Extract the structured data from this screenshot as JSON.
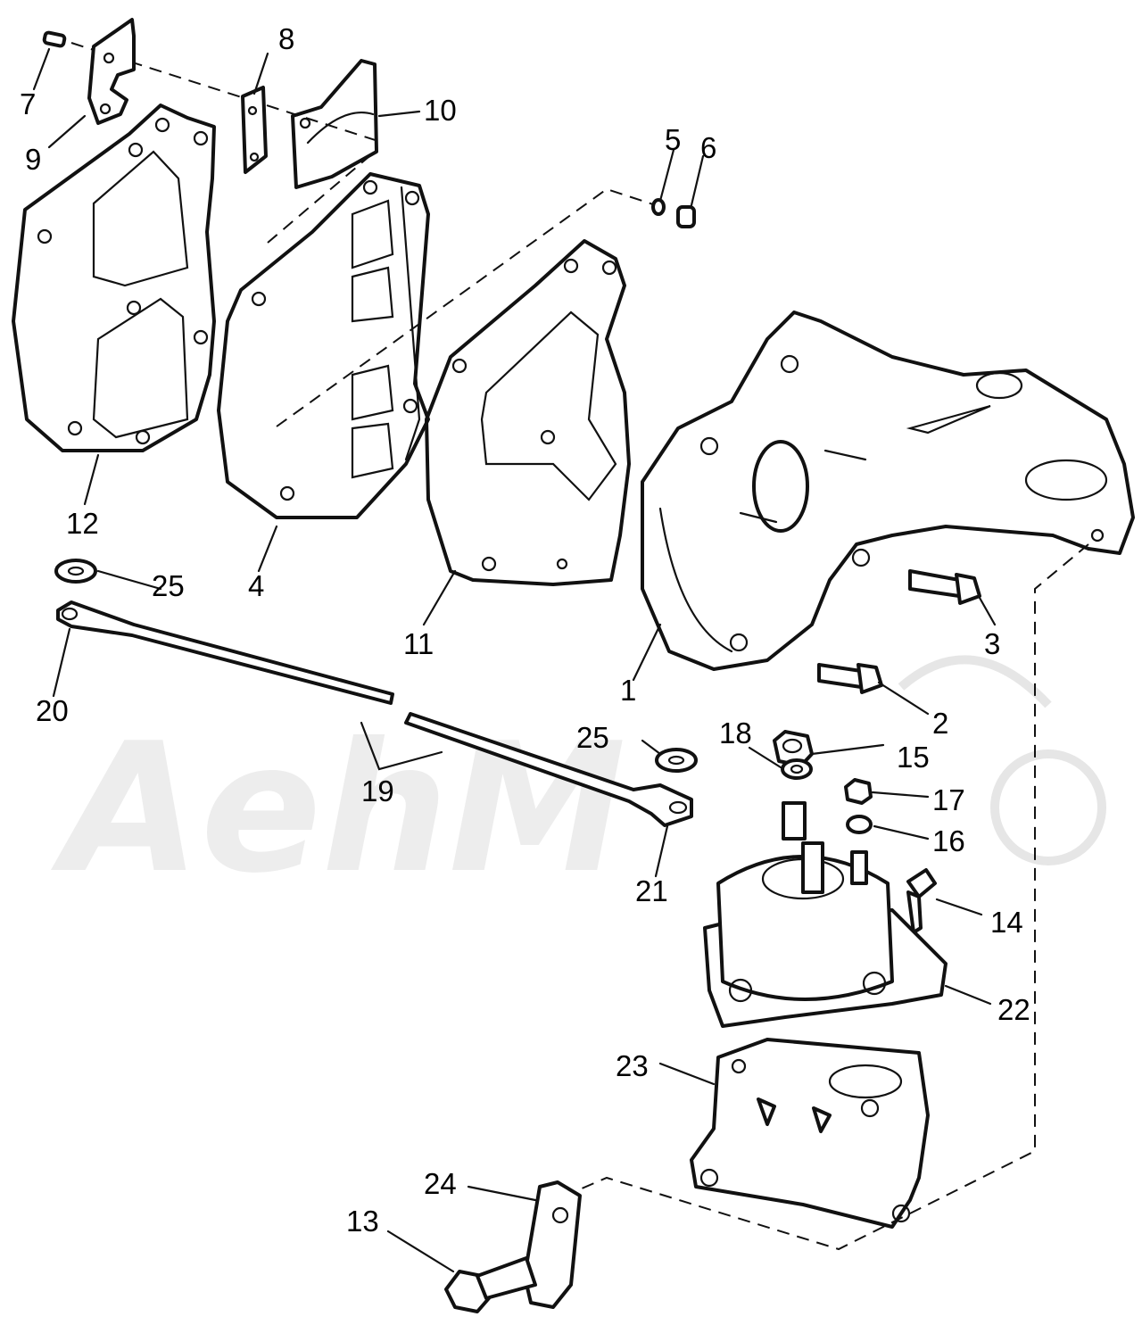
{
  "watermark": {
    "text": "AehM"
  },
  "callouts": [
    {
      "id": "7",
      "label": "7"
    },
    {
      "id": "8",
      "label": "8"
    },
    {
      "id": "9",
      "label": "9"
    },
    {
      "id": "10",
      "label": "10"
    },
    {
      "id": "5",
      "label": "5"
    },
    {
      "id": "6",
      "label": "6"
    },
    {
      "id": "12",
      "label": "12"
    },
    {
      "id": "4",
      "label": "4"
    },
    {
      "id": "25a",
      "label": "25"
    },
    {
      "id": "11",
      "label": "11"
    },
    {
      "id": "3",
      "label": "3"
    },
    {
      "id": "1",
      "label": "1"
    },
    {
      "id": "20",
      "label": "20"
    },
    {
      "id": "2",
      "label": "2"
    },
    {
      "id": "25b",
      "label": "25"
    },
    {
      "id": "18",
      "label": "18"
    },
    {
      "id": "15",
      "label": "15"
    },
    {
      "id": "19",
      "label": "19"
    },
    {
      "id": "17",
      "label": "17"
    },
    {
      "id": "16",
      "label": "16"
    },
    {
      "id": "21",
      "label": "21"
    },
    {
      "id": "14",
      "label": "14"
    },
    {
      "id": "22",
      "label": "22"
    },
    {
      "id": "23",
      "label": "23"
    },
    {
      "id": "24",
      "label": "24"
    },
    {
      "id": "13",
      "label": "13"
    }
  ]
}
